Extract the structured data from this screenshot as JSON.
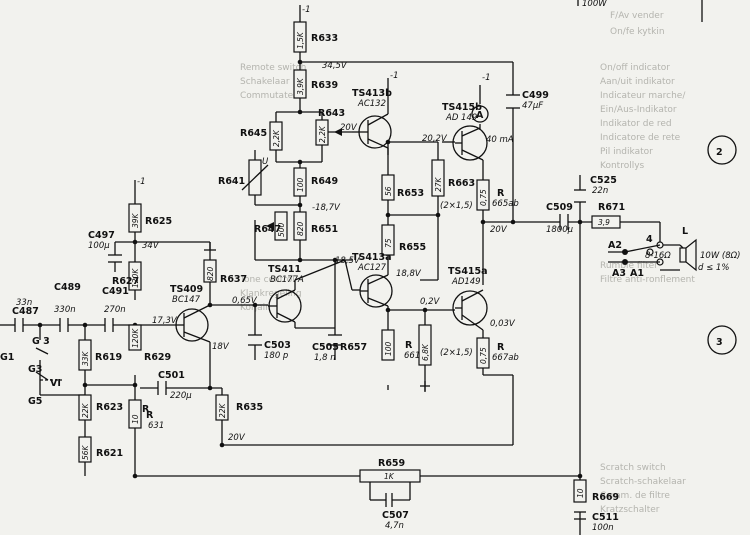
{
  "components": {
    "R633": {
      "ref": "R633",
      "value": "1,5K"
    },
    "R639": {
      "ref": "R639",
      "value": "3,9K"
    },
    "R643": {
      "ref": "R643",
      "value": "2,2K"
    },
    "R645": {
      "ref": "R645",
      "value": "2,2K"
    },
    "R649": {
      "ref": "R649",
      "value": "100"
    },
    "R641": {
      "ref": "R641",
      "value": ""
    },
    "R647": {
      "ref": "R647",
      "value": "500"
    },
    "R651": {
      "ref": "R651",
      "value": "820"
    },
    "R653": {
      "ref": "R653",
      "value": "56"
    },
    "R663": {
      "ref": "R663",
      "value": "27K"
    },
    "R655": {
      "ref": "R655",
      "value": "75"
    },
    "R665": {
      "ref": "R",
      "value": "0,75",
      "sub": "665ab"
    },
    "R667": {
      "ref": "R",
      "value": "0,75",
      "sub": "667ab"
    },
    "R657": {
      "ref": "R657",
      "value": "100"
    },
    "R661": {
      "ref": "R",
      "value": "6,8K",
      "sub": "661"
    },
    "R625": {
      "ref": "R625",
      "value": "39K"
    },
    "R627": {
      "ref": "R627",
      "value": "120K"
    },
    "R637": {
      "ref": "R637",
      "value": "820"
    },
    "R619": {
      "ref": "R619",
      "value": "33K"
    },
    "R629": {
      "ref": "R629",
      "value": "120K"
    },
    "R623": {
      "ref": "R623",
      "value": "22K"
    },
    "R621": {
      "ref": "R621",
      "value": "56K"
    },
    "R631": {
      "ref": "R",
      "value": "10",
      "sub": "631"
    },
    "R635": {
      "ref": "R635",
      "value": "22K"
    },
    "R659": {
      "ref": "R659",
      "value": "1K"
    },
    "R669": {
      "ref": "R669",
      "value": "10"
    },
    "R671": {
      "ref": "R671",
      "value": "3,9"
    },
    "C499": {
      "ref": "C499",
      "value": "47μF"
    },
    "C525": {
      "ref": "C525",
      "value": "22n"
    },
    "C509": {
      "ref": "C509",
      "value": "1800μ"
    },
    "C497": {
      "ref": "C497",
      "value": "100μ"
    },
    "C487": {
      "ref": "C487",
      "value": "33n"
    },
    "C489": {
      "ref": "C489",
      "value": "330n"
    },
    "C491": {
      "ref": "C491",
      "value": "270n"
    },
    "C501": {
      "ref": "C501",
      "value": "220μ"
    },
    "C503": {
      "ref": "C503",
      "value": "180 p"
    },
    "C505": {
      "ref": "C505",
      "value": "1,8 n"
    },
    "C507": {
      "ref": "C507",
      "value": "4,7n"
    },
    "C511": {
      "ref": "C511",
      "value": "100n"
    }
  },
  "transistors": {
    "TS413b": {
      "ref": "TS413b",
      "type": "AC132"
    },
    "TS415b": {
      "ref": "TS415b",
      "type": "AD 149"
    },
    "TS413a": {
      "ref": "TS413a",
      "type": "AC127"
    },
    "TS415a": {
      "ref": "TS415a",
      "type": "AD149"
    },
    "TS411": {
      "ref": "TS411",
      "type": "BC177A"
    },
    "TS409": {
      "ref": "TS409",
      "type": "BC147"
    }
  },
  "voltages": {
    "v345": "34,5V",
    "v20a": "20V",
    "v202": "20,2V",
    "v187": "-18,7V",
    "v34": "34V",
    "v188": "18,8V",
    "v185": "18,5V",
    "v065": "0,65V",
    "v173": "17,3V",
    "v18": "18V",
    "v02": "0,2V",
    "v003": "0,03V",
    "v20b": "20V",
    "v20c": "20V",
    "neg1a": "-1",
    "neg1b": "-1",
    "neg1c": "-1",
    "neg1d": "-1"
  },
  "notes": {
    "pair_b": "(2×1,5)",
    "pair_a": "(2×1,5)",
    "current": "40 mA",
    "meter": "A",
    "speaker": "L",
    "speaker_spec": "10W (8Ω)",
    "distortion": "d ≤ 1%",
    "pot_u": "U",
    "out_4": "4",
    "out_a2": "A2",
    "out_a3": "A3",
    "out_a1": "A1",
    "out_range": "8-16Ω",
    "g1": "G1",
    "g3a": "G 3",
    "g3b": "G3",
    "g5": "G5",
    "vi": "VI",
    "tap_r": "R",
    "page_top": "100W",
    "circle_2": "2",
    "circle_3": "3"
  },
  "background_text": [
    "F/Av vender",
    "On/fe kytkin",
    "On/off indicator",
    "Aan/uit indikator",
    "Indicateur marche/",
    "Ein/Aus-Indikator",
    "Indikator de red",
    "Indicatore de rete",
    "Pil indikator",
    "Kontrollys",
    "Remote switch",
    "Schakelaar",
    "Commutateur",
    "Tone control",
    "Klankregeling",
    "Korjain",
    "Rumble filter",
    "Filtre anti-ronflement",
    "Scratch switch",
    "Scratch-schakelaar",
    "Comm. de filtre",
    "Kratzschalter"
  ]
}
